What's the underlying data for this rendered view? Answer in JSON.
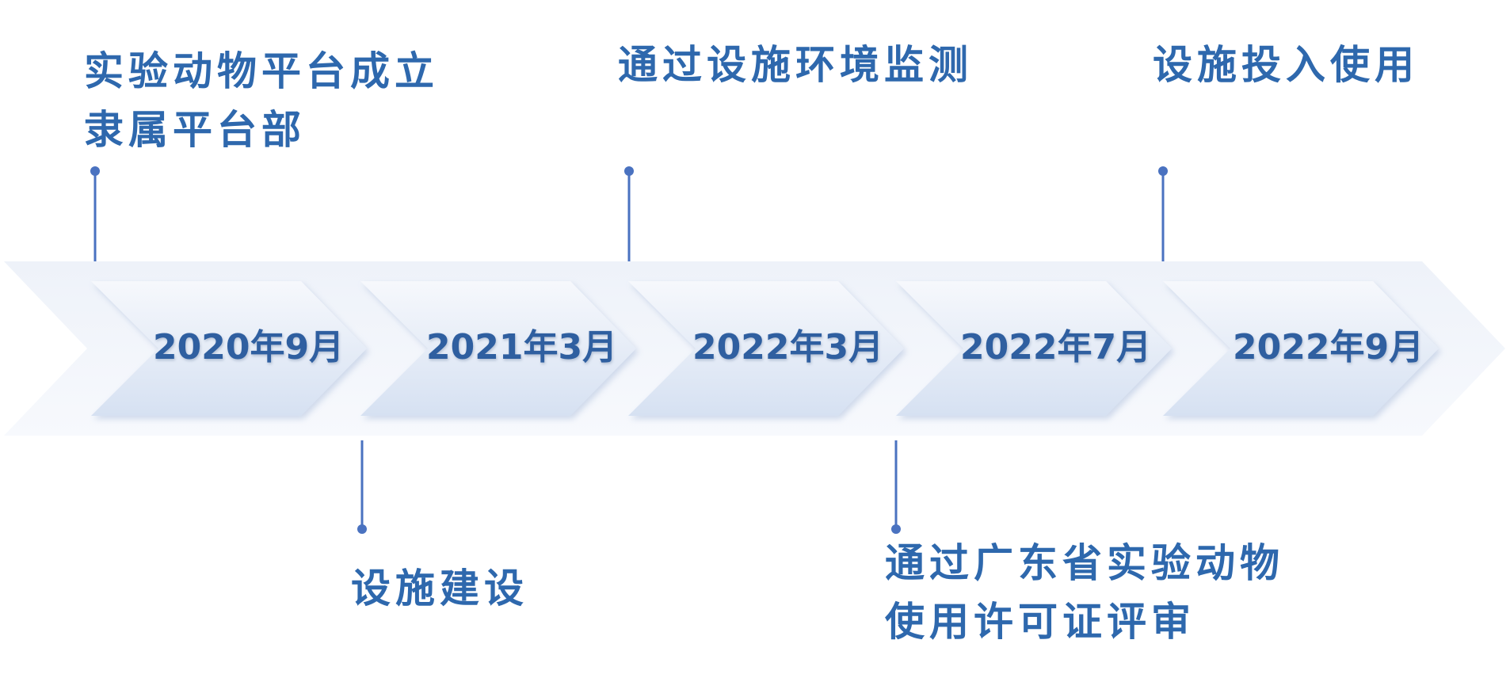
{
  "timeline": {
    "dates": [
      "2020年9月",
      "2021年3月",
      "2022年3月",
      "2022年7月",
      "2022年9月"
    ],
    "events": [
      {
        "lines": [
          "实验动物平台成立",
          "隶属平台部"
        ]
      },
      {
        "lines": [
          "设施建设"
        ]
      },
      {
        "lines": [
          "通过设施环境监测"
        ]
      },
      {
        "lines": [
          "通过广东省实验动物",
          "使用许可证评审"
        ]
      },
      {
        "lines": [
          "设施投入使用"
        ]
      }
    ]
  },
  "colors": {
    "date_text": "#2f5fa0",
    "event_text": "#2e68ad",
    "connector": "#4a72c0",
    "chevron_light": "#f3f6fb",
    "chevron_dark": "#d8e3f3",
    "band": "#eef2f9"
  }
}
